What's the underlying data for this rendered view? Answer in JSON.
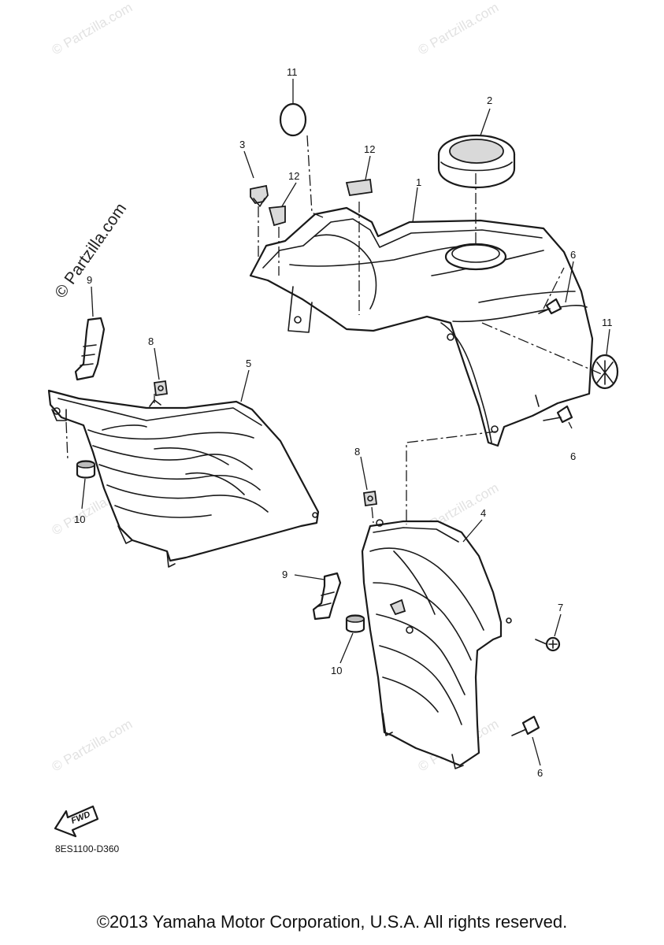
{
  "watermark": "© Partzilla.com",
  "side_watermark": "© Partzilla.com",
  "diagram_code": "8ES1100-D360",
  "fwd_label": "FWD",
  "copyright": "©2013 Yamaha Motor Corporation, U.S.A. All rights reserved.",
  "callouts": {
    "c1": "1",
    "c2": "2",
    "c3": "3",
    "c4": "4",
    "c5": "5",
    "c6a": "6",
    "c6b": "6",
    "c6c": "6",
    "c7": "7",
    "c8a": "8",
    "c8b": "8",
    "c9a": "9",
    "c9b": "9",
    "c10a": "10",
    "c10b": "10",
    "c11a": "11",
    "c11b": "11",
    "c12a": "12",
    "c12b": "12"
  }
}
